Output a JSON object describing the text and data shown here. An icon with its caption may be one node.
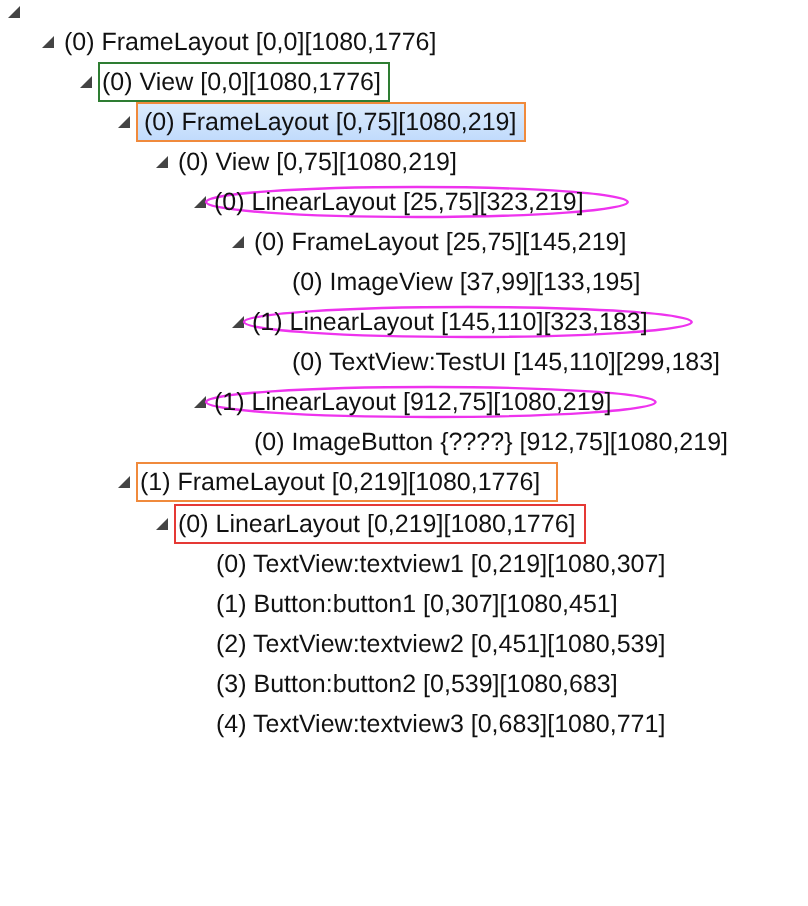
{
  "diagram": {
    "nodes": [
      {
        "text": [
          "(0) View [0,0][1080,1776]"
        ]
      },
      {
        "text": [
          "(0) FrameLayout [0,75][1080,219]"
        ]
      },
      {
        "text": [
          "(0) LinearLayout [25,75][323,219]"
        ]
      },
      {
        "text": [
          "(1) LinearLayout [145,110][323,183]"
        ]
      },
      {
        "text": [
          "(1) LinearLayout [912,75][1080,219]"
        ]
      },
      {
        "text": [
          "(1) FrameLayout [0,219][1080,1776]"
        ]
      },
      {
        "text": [
          "(0) LinearLayout [0,219][1080,1776]"
        ]
      }
    ],
    "labels": [
      "(0) FrameLayout [0,0][1080,1776]",
      "(0) View [0,75][1080,219]",
      "(0) FrameLayout [25,75][145,219]",
      "(0) ImageView [37,99][133,195]",
      "(0) TextView:TestUI [145,110][299,183]",
      "(0) ImageButton {????} [912,75][1080,219]",
      "(0) TextView:textview1 [0,219][1080,307]",
      "(1) Button:button1 [0,307][1080,451]",
      "(2) TextView:textview2 [0,451][1080,539]",
      "(3) Button:button2 [0,539][1080,683]",
      "(4) TextView:textview3 [0,683][1080,771]"
    ]
  }
}
